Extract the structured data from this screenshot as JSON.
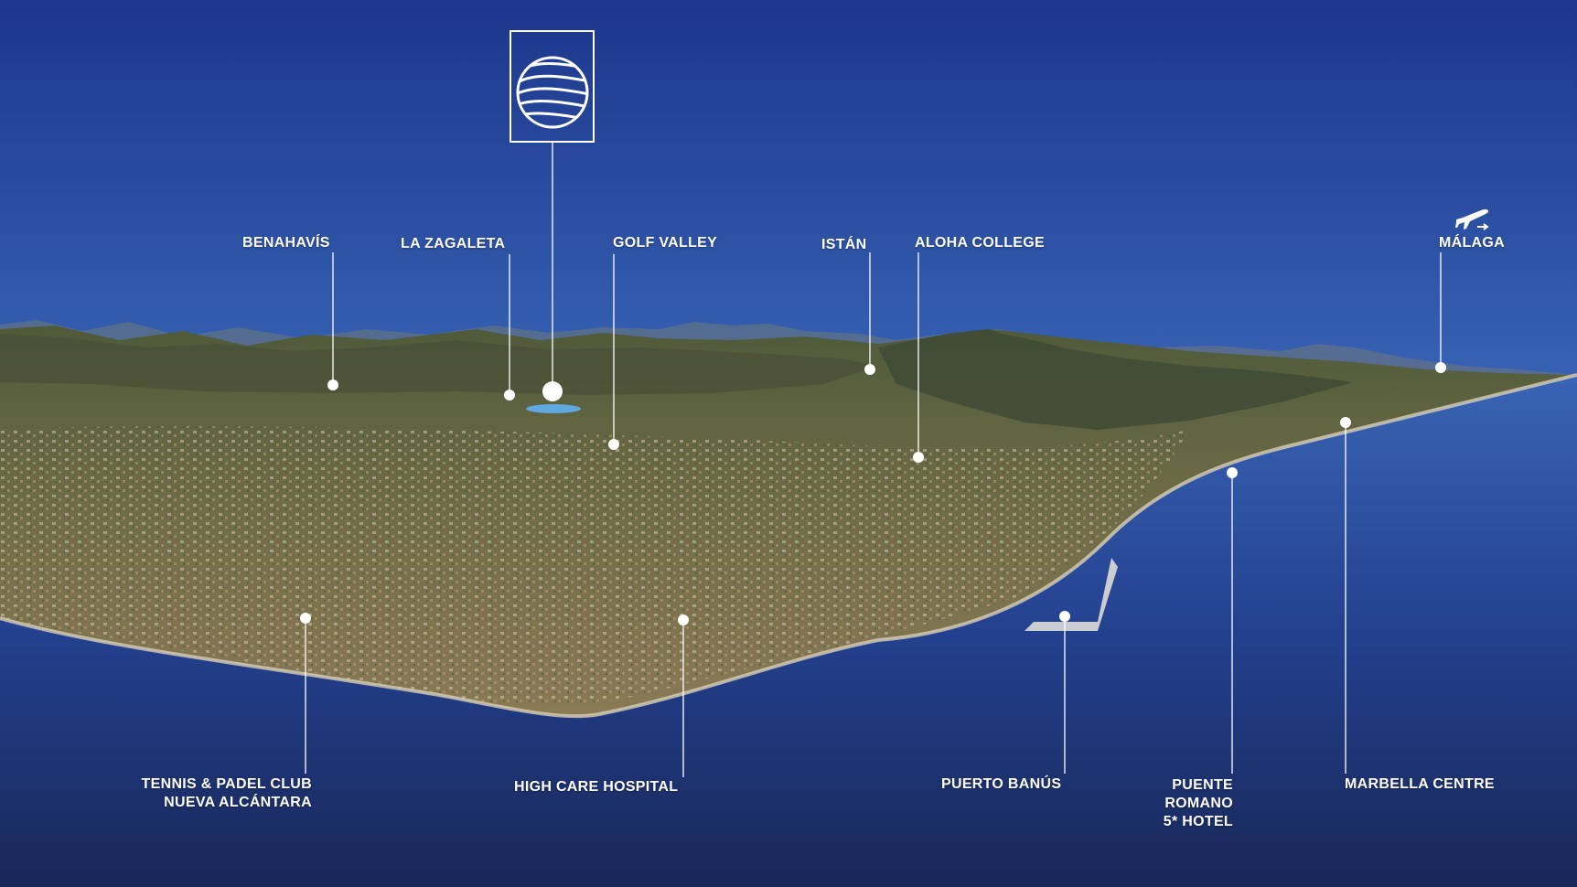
{
  "colors": {
    "sky_top": "#1e3a8e",
    "sky_horizon": "#7fb0d8",
    "sea": "#23418f",
    "sea_deep": "#192a5e",
    "label": "#ffffff"
  },
  "brand": {
    "logo_icon": "striped-globe-icon"
  },
  "airport_icon": "airplane-icon",
  "locations_top": [
    {
      "name": "BENAHAVÍS"
    },
    {
      "name": "LA ZAGALETA"
    },
    {
      "name": "GOLF VALLEY"
    },
    {
      "name": "ISTÁN"
    },
    {
      "name": "ALOHA COLLEGE"
    },
    {
      "name": "MÁLAGA"
    }
  ],
  "locations_bottom": [
    {
      "lines": [
        "TENNIS & PADEL CLUB",
        "NUEVA ALCÁNTARA"
      ]
    },
    {
      "lines": [
        "HIGH CARE HOSPITAL"
      ]
    },
    {
      "lines": [
        "PUERTO BANÚS"
      ]
    },
    {
      "lines": [
        "PUENTE",
        "ROMANO",
        "5* HOTEL"
      ]
    },
    {
      "lines": [
        "MARBELLA CENTRE"
      ]
    }
  ]
}
